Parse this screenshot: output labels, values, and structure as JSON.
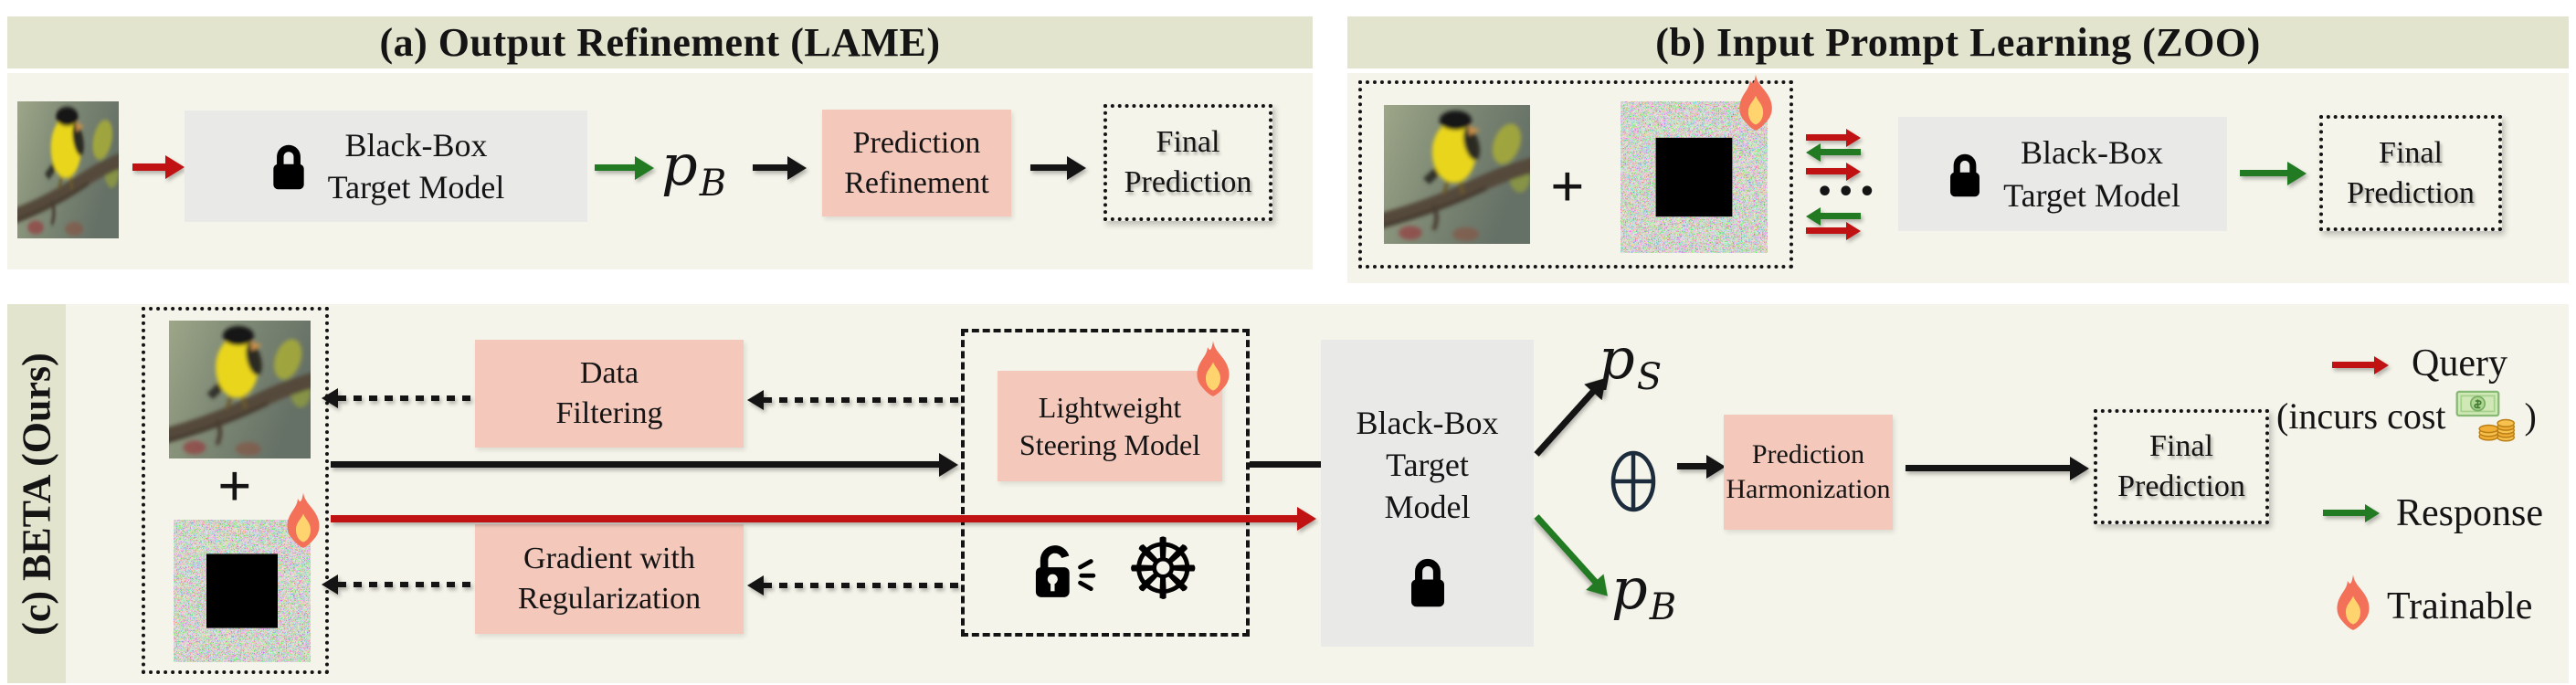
{
  "panel_a": {
    "title": "(a) Output Refinement (LAME)",
    "black_box": {
      "line1": "Black-Box",
      "line2": "Target Model"
    },
    "p_b": {
      "base": "p",
      "sub": "B"
    },
    "refinement": {
      "line1": "Prediction",
      "line2": "Refinement"
    },
    "final": {
      "line1": "Final",
      "line2": "Prediction"
    }
  },
  "panel_b": {
    "title": "(b) Input Prompt Learning (ZOO)",
    "plus": "+",
    "ellipsis": "•••",
    "black_box": {
      "line1": "Black-Box",
      "line2": "Target Model"
    },
    "final": {
      "line1": "Final",
      "line2": "Prediction"
    }
  },
  "panel_c": {
    "title": "(c) BETA (Ours)",
    "plus": "+",
    "data_filtering": {
      "line1": "Data",
      "line2": "Filtering"
    },
    "gradient": {
      "line1": "Gradient with",
      "line2": "Regularization"
    },
    "steering": {
      "line1": "Lightweight",
      "line2": "Steering Model"
    },
    "helm_symbol": "☸",
    "black_box": {
      "line1": "Black-Box",
      "line2": "Target",
      "line3": "Model"
    },
    "p_s": {
      "base": "p",
      "sub": "S"
    },
    "p_b": {
      "base": "p",
      "sub": "B"
    },
    "harmonization": {
      "line1": "Prediction",
      "line2": "Harmonization"
    },
    "final": {
      "line1": "Final",
      "line2": "Prediction"
    }
  },
  "legend": {
    "query_label": "Query",
    "query_note_prefix": "(incurs cost",
    "query_note_suffix": ")",
    "response_label": "Response",
    "trainable_label": "Trainable"
  },
  "icons": {
    "oplus": "⊕",
    "flame": "trainable-flame",
    "lock_closed": "black-box-lock",
    "lock_open": "white-box-open-lock",
    "money": "cost-money"
  },
  "colors": {
    "query_red": "#c01212",
    "response_green": "#227a22",
    "header_olive": "#e2e4ce",
    "panel_beige": "#f4f4ea",
    "box_pink": "#f4c9bc",
    "box_gray": "#e9e9e7"
  }
}
